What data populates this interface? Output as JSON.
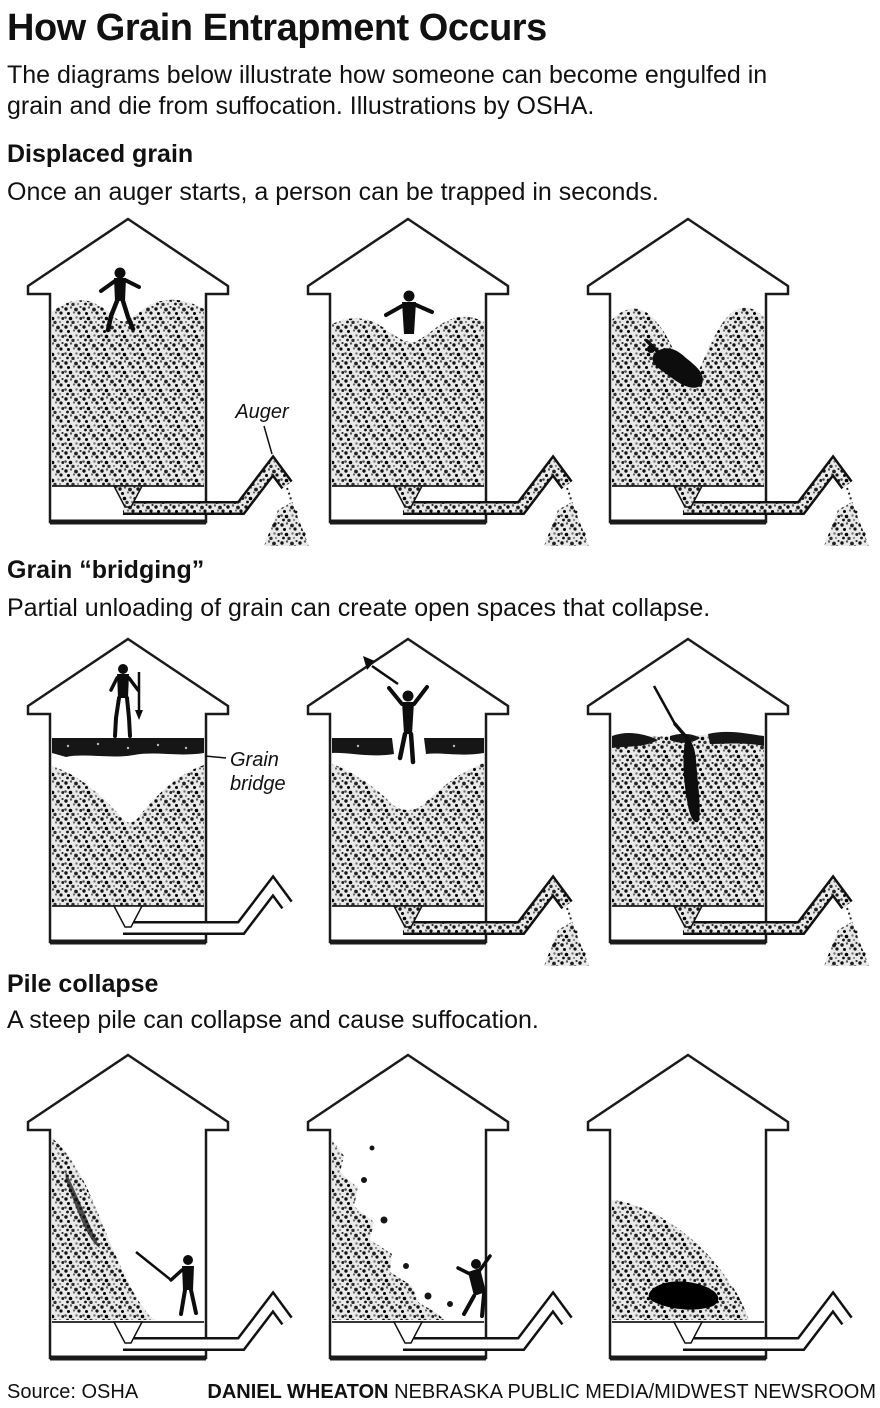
{
  "header": {
    "title": "How Grain Entrapment Occurs",
    "intro": "The diagrams below illustrate how someone can become engulfed in grain and die from suffocation. Illustrations by OSHA."
  },
  "sections": [
    {
      "heading": "Displaced grain",
      "description": "Once an auger starts, a person can be trapped in seconds.",
      "auger_label": "Auger"
    },
    {
      "heading": "Grain “bridging”",
      "description": "Partial unloading of grain can create open spaces that collapse.",
      "bridge_label_line1": "Grain",
      "bridge_label_line2": "bridge"
    },
    {
      "heading": "Pile collapse",
      "description": "A steep pile can collapse and cause suffocation."
    }
  ],
  "footer": {
    "source": "Source: OSHA",
    "credit_name": "DANIEL WHEATON",
    "credit_org": "NEBRASKA PUBLIC MEDIA/MIDWEST NEWSROOM"
  },
  "icons": {
    "bin": "grain-bin-outline",
    "grain": "stippled-grain-mass",
    "person": "person-silhouette",
    "auger": "auger-duct",
    "spill": "grain-spill-pile",
    "bridge": "grain-bridge-crust"
  },
  "colors": {
    "ink": "#111111",
    "background": "#ffffff"
  }
}
